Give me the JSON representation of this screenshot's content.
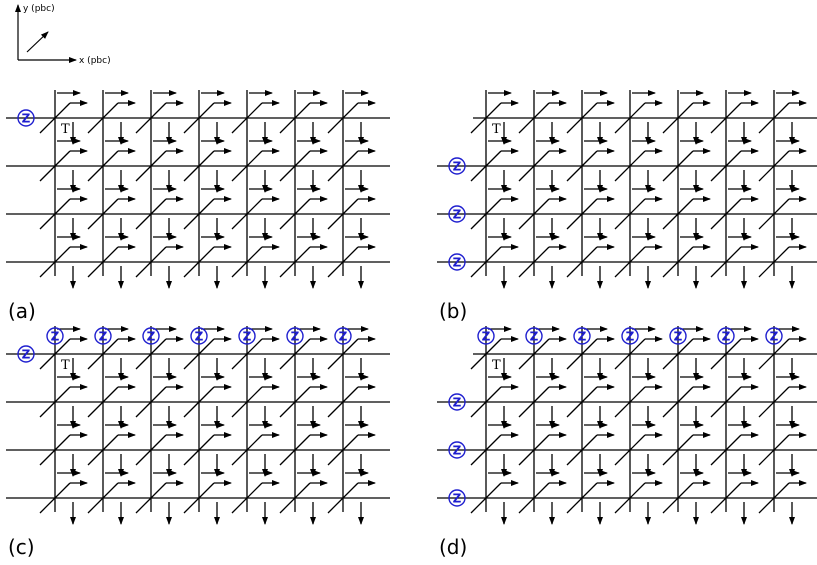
{
  "axes": {
    "x_label": "x (pbc)",
    "y_label": "y (pbc)"
  },
  "t_label": "T",
  "z_label": "Z",
  "colors": {
    "line": "#000000",
    "z_marker": "#1f1fcf"
  },
  "panels": [
    {
      "id": "a",
      "label": "(a)",
      "z_left_rows": [
        0
      ],
      "z_top_columns": false
    },
    {
      "id": "b",
      "label": "(b)",
      "z_left_rows": [
        1,
        2,
        3
      ],
      "z_top_columns": false
    },
    {
      "id": "c",
      "label": "(c)",
      "z_left_rows": [
        0
      ],
      "z_top_columns": true
    },
    {
      "id": "d",
      "label": "(d)",
      "z_left_rows": [
        1,
        2,
        3
      ],
      "z_top_columns": true
    }
  ]
}
